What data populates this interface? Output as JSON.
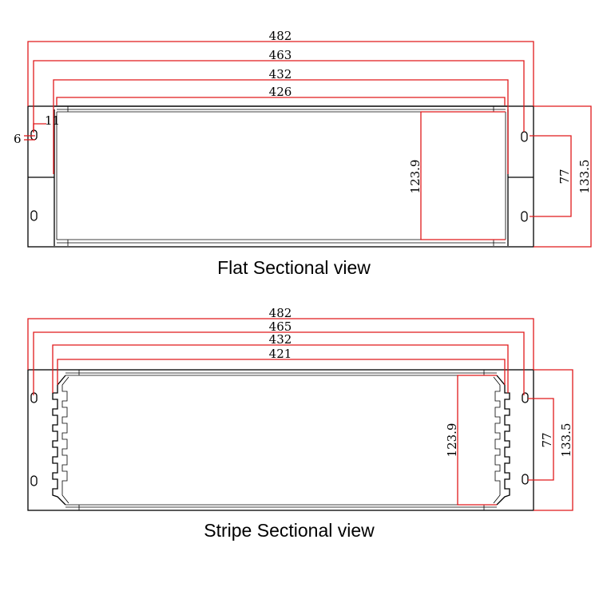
{
  "colors": {
    "dimension_line": "#e0191b",
    "outline": "#000000",
    "background": "#ffffff"
  },
  "flat": {
    "caption": "Flat Sectional view",
    "dims": {
      "overall_width": "482",
      "mount_hole_span": "463",
      "body_width": "432",
      "inner_width": "426",
      "slot_offset": "11",
      "slot_width": "6",
      "inner_height": "123.9",
      "hole_pitch": "77",
      "panel_height": "133.5"
    }
  },
  "stripe": {
    "caption": "Stripe Sectional view",
    "dims": {
      "overall_width": "482",
      "mount_hole_span": "465",
      "body_width": "432",
      "inner_width": "421",
      "inner_height": "123.9",
      "hole_pitch": "77",
      "panel_height": "133.5"
    }
  }
}
